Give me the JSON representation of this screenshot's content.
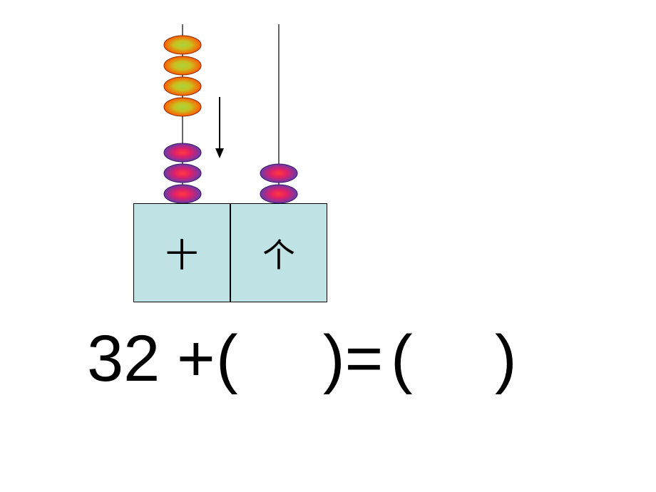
{
  "abacus": {
    "tens_label": "十",
    "ones_label": "个",
    "tens_rod": {
      "added_beads": 4,
      "existing_beads": 3
    },
    "ones_rod": {
      "existing_beads": 2
    },
    "colors": {
      "box_fill": "#bfe3e5",
      "added_bead": "#ff6a00",
      "added_bead_center": "#9acd32",
      "existing_bead": "#7b3fa0",
      "existing_bead_center": "#ff2d55"
    }
  },
  "equation": {
    "number": "32",
    "plus": "+",
    "open_paren_1": "(",
    "close_paren_equals": ")=",
    "open_paren_2": "(",
    "close_paren_2": ")"
  }
}
